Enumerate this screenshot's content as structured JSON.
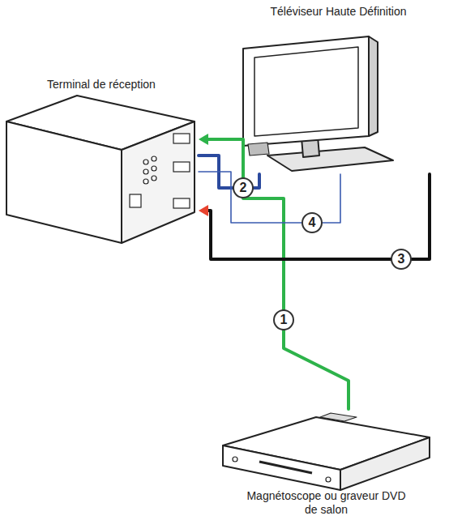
{
  "diagram": {
    "nodes": [
      {
        "text": [
          "Téléviseur Haute Définition"
        ]
      },
      {
        "text": [
          "Terminal de réception"
        ]
      },
      {
        "text": [
          "Magnétoscope ou graveur DVD de salon"
        ]
      }
    ],
    "edges": [
      {
        "from": 2,
        "to": 1,
        "label": "1",
        "arrow": "to"
      },
      {
        "from": 0,
        "to": 1,
        "label": "2",
        "arrow": "none"
      },
      {
        "from": 0,
        "to": 1,
        "label": "3",
        "arrow": "to"
      },
      {
        "from": 0,
        "to": 1,
        "label": "4",
        "arrow": "none"
      }
    ]
  }
}
